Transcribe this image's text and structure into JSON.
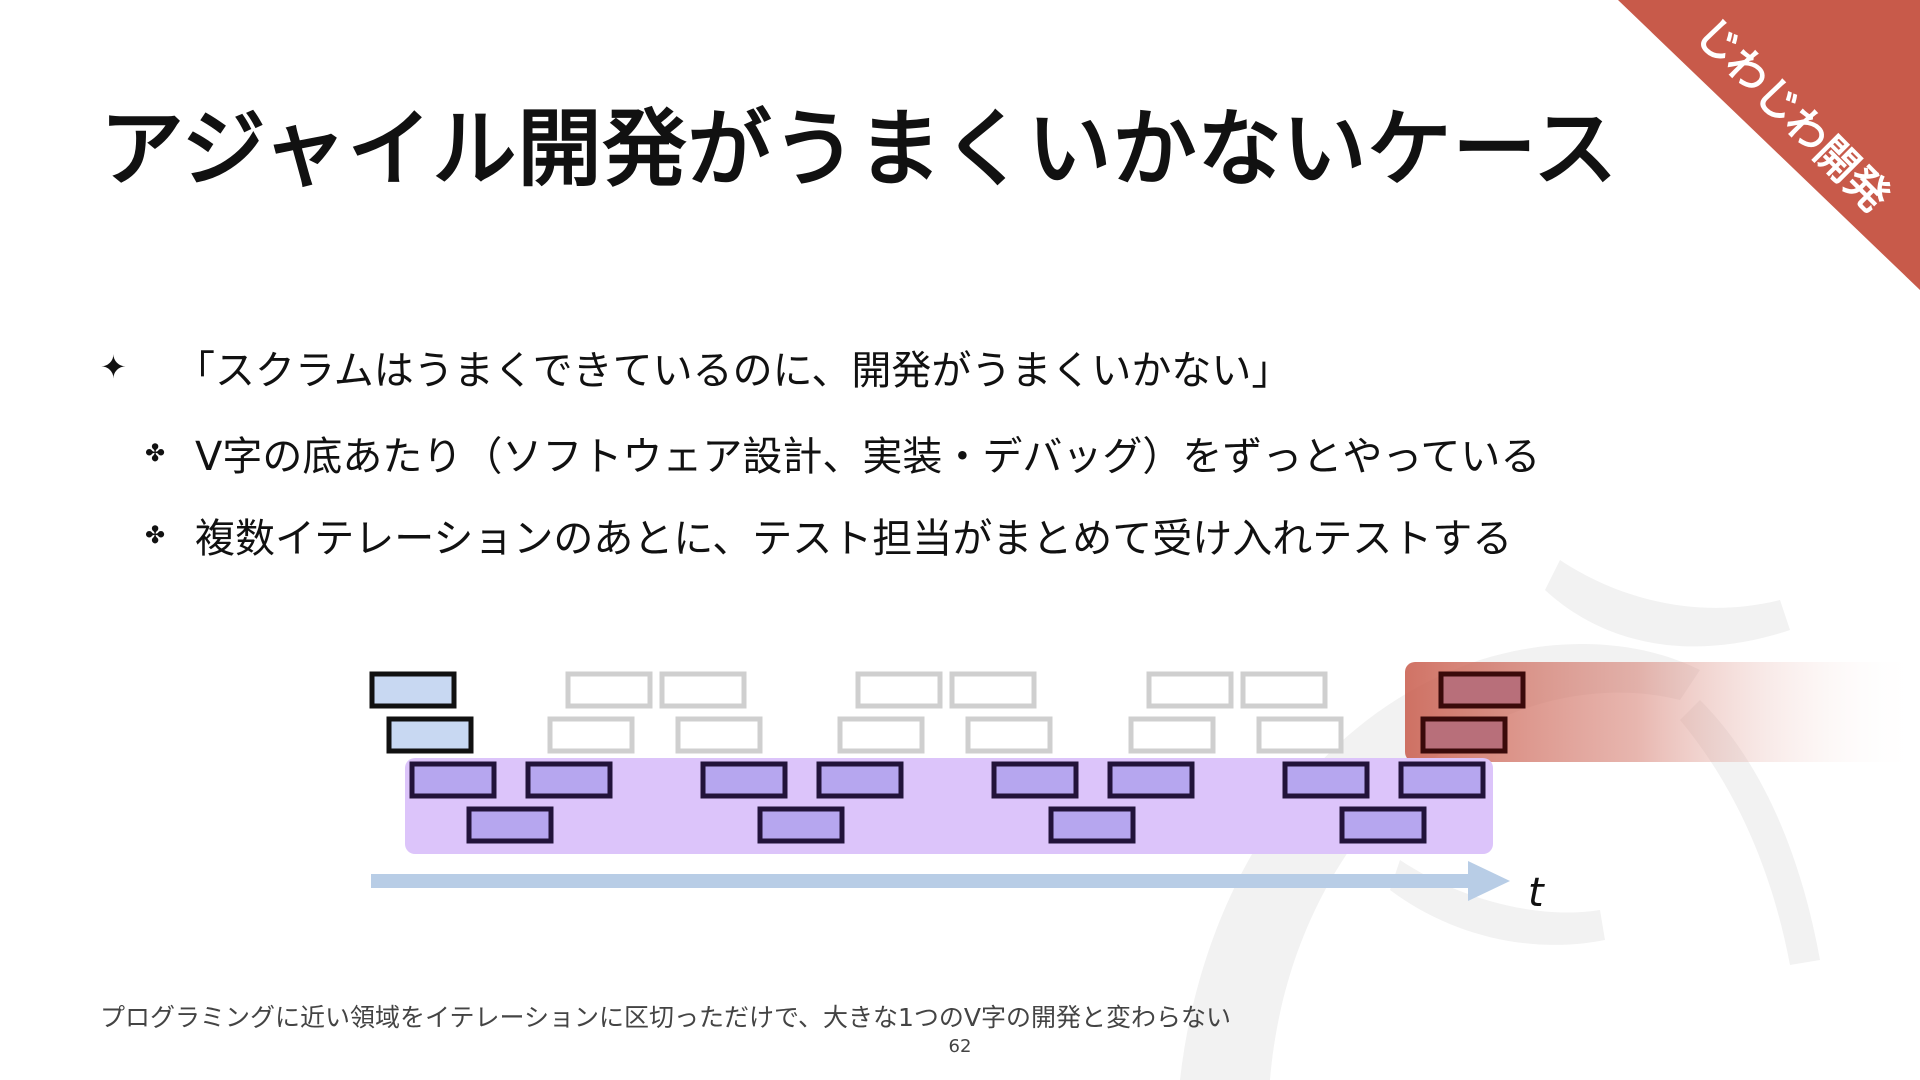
{
  "ribbon": {
    "label": "じわじわ開発",
    "color": "#c85a4a"
  },
  "title": "アジャイル開発がうまくいかないケース",
  "bullets": {
    "main": {
      "marker": "✦",
      "text": "「スクラムはうまくできているのに、開発がうまくいかない」"
    },
    "sub": [
      {
        "marker": "✤",
        "text": "V字の底あたり（ソフトウェア設計、実装・デバッグ）をずっとやっている"
      },
      {
        "marker": "✤",
        "text": "複数イテレーションのあとに、テスト担当がまとめて受け入れテストする"
      }
    ]
  },
  "diagram": {
    "axis_label": "t",
    "colors": {
      "upper_blocks": "#c8d8f2",
      "dev_blocks": "#b6a6ef",
      "dev_band": "#dcc4fa",
      "ghost_blocks": "#cfcfcf",
      "test_band": "#c85a4a",
      "test_blocks": "#b86f7a",
      "axis": "#b8cde6"
    }
  },
  "note": "プログラミングに近い領域をイテレーションに区切っただけで、大きな1つのV字の開発と変わらない",
  "page_number": "62"
}
